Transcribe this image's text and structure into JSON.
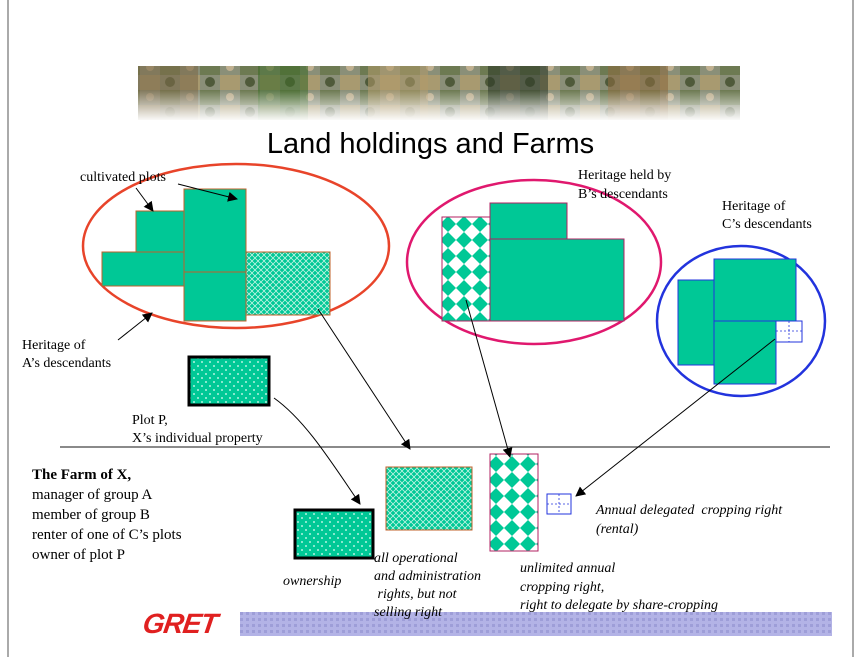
{
  "title": "Land holdings and Farms",
  "colors": {
    "plot_fill": "#00c896",
    "ellipse_a": "#e8442a",
    "ellipse_b": "#e0186e",
    "ellipse_c": "#2233dd",
    "footer_band": "#a8a8e0",
    "logo_red": "#e02020"
  },
  "labels": {
    "cultivated_plots": "cultivated plots",
    "heritage_a_line1": "Heritage of",
    "heritage_a_line2": "A’s descendants",
    "heritage_b_line1": "Heritage held by",
    "heritage_b_line2": "B’s descendants",
    "heritage_c_line1": "Heritage of",
    "heritage_c_line2": "C’s descendants",
    "plot_p_line1": "Plot P,",
    "plot_p_line2": "X’s individual property"
  },
  "farm": {
    "heading": "The Farm of X,",
    "lines": [
      "manager of group A",
      "member of group B",
      "renter of one of C’s plots",
      "owner of plot P"
    ]
  },
  "rights": {
    "ownership": "ownership",
    "operational_line1": "all operational",
    "operational_line2": "and administration",
    "operational_line3": " rights, but not",
    "operational_line4": "selling right",
    "unlimited_line1": "unlimited annual",
    "unlimited_line2": "cropping right,",
    "unlimited_line3": "right to delegate by share-cropping",
    "annual_line1": "Annual delegated  cropping right",
    "annual_line2": "(rental)"
  },
  "logo": {
    "text": "GRET"
  },
  "icons": {
    "banner": "photo-banner-icon"
  }
}
